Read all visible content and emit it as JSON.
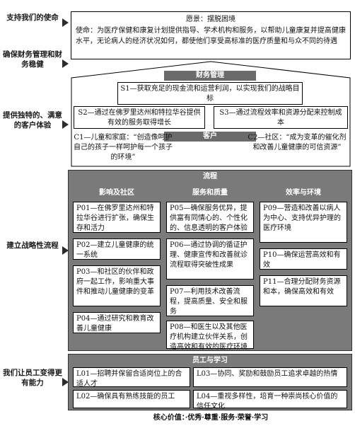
{
  "side_labels": {
    "mission": "支持我们的使命",
    "finance": "确保财务管理和财务稳健",
    "customer": "提供独特的、满意的客户体验",
    "process": "建立战略性流程",
    "people": "我们让员工变得更有能力"
  },
  "vision": {
    "text": "愿景：摆脱困境",
    "mission": "使命：为医疗保健和康复计划提供指导、学术机构和服务，以帮助儿童康复并提高健康水平，无论病人的经济状况如何，都使他们享受高标准的医疗质量和与众不同的待遇"
  },
  "finance": {
    "header": "财务管理",
    "s1": "S1—获取充足的现金流和运营利润，以实现我们的战略目标",
    "s2": "S2—通过在佛罗里达州和特拉华谷提供有效的服务取得增长",
    "s3": "S3—通过流程效率和资源分配来控制成本"
  },
  "customer": {
    "header": "客户",
    "c1": "C1—儿童和家庭：“创造像呵护自己的孩子一样呵护每一个孩子的环境”",
    "c2": "C2—社区：“成为变革的催化剂和改善儿童健康的可信资源”"
  },
  "process": {
    "header": "流程",
    "columns": [
      "影响及社区",
      "服务和质量",
      "效率与环境"
    ],
    "p01": "P01—在佛罗里达州和特拉华谷进行扩张，确保生存和活力",
    "p02": "P02—建立儿童健康的统一系统",
    "p03": "P03—和社区的伙伴和政府一起工作，影响重大事件和推动儿童健康的变革",
    "p04": "P04—通过研究和教育改善儿童健康",
    "p05": "P05—确保服务优异，提供富有同情心的、个性化的、信息透明的客户体验",
    "p06": "P06—通过协调的循证护理、健康宣传和改善就诊流程取得突破性成果",
    "p07": "P07—利用技术改善流程，提高质量、安全和服务",
    "p08": "P08—和医生以及其他医疗机构建立伙伴关系，创造高效和有效的医疗环境",
    "p09": "P09—营造和改善以病人为中心、支持优异护理的医疗环境",
    "p10": "P10—确保运营高效和有效",
    "p11": "P11—合理分配财务资源和本，确保高效和有效"
  },
  "learning": {
    "header": "员工与学习",
    "l01": "L01—招聘并保留合适岗位上的合适人才",
    "l02": "L02—确保具有熟练技能的员工",
    "l03": "L03—协同、奖励和鼓励员工追求卓越的热情",
    "l04": "L04—重视多样性，培育一种崇尚核心价值的信任文化"
  },
  "core_values": "核心价值：·优秀·尊重·服务·荣誉·学习"
}
